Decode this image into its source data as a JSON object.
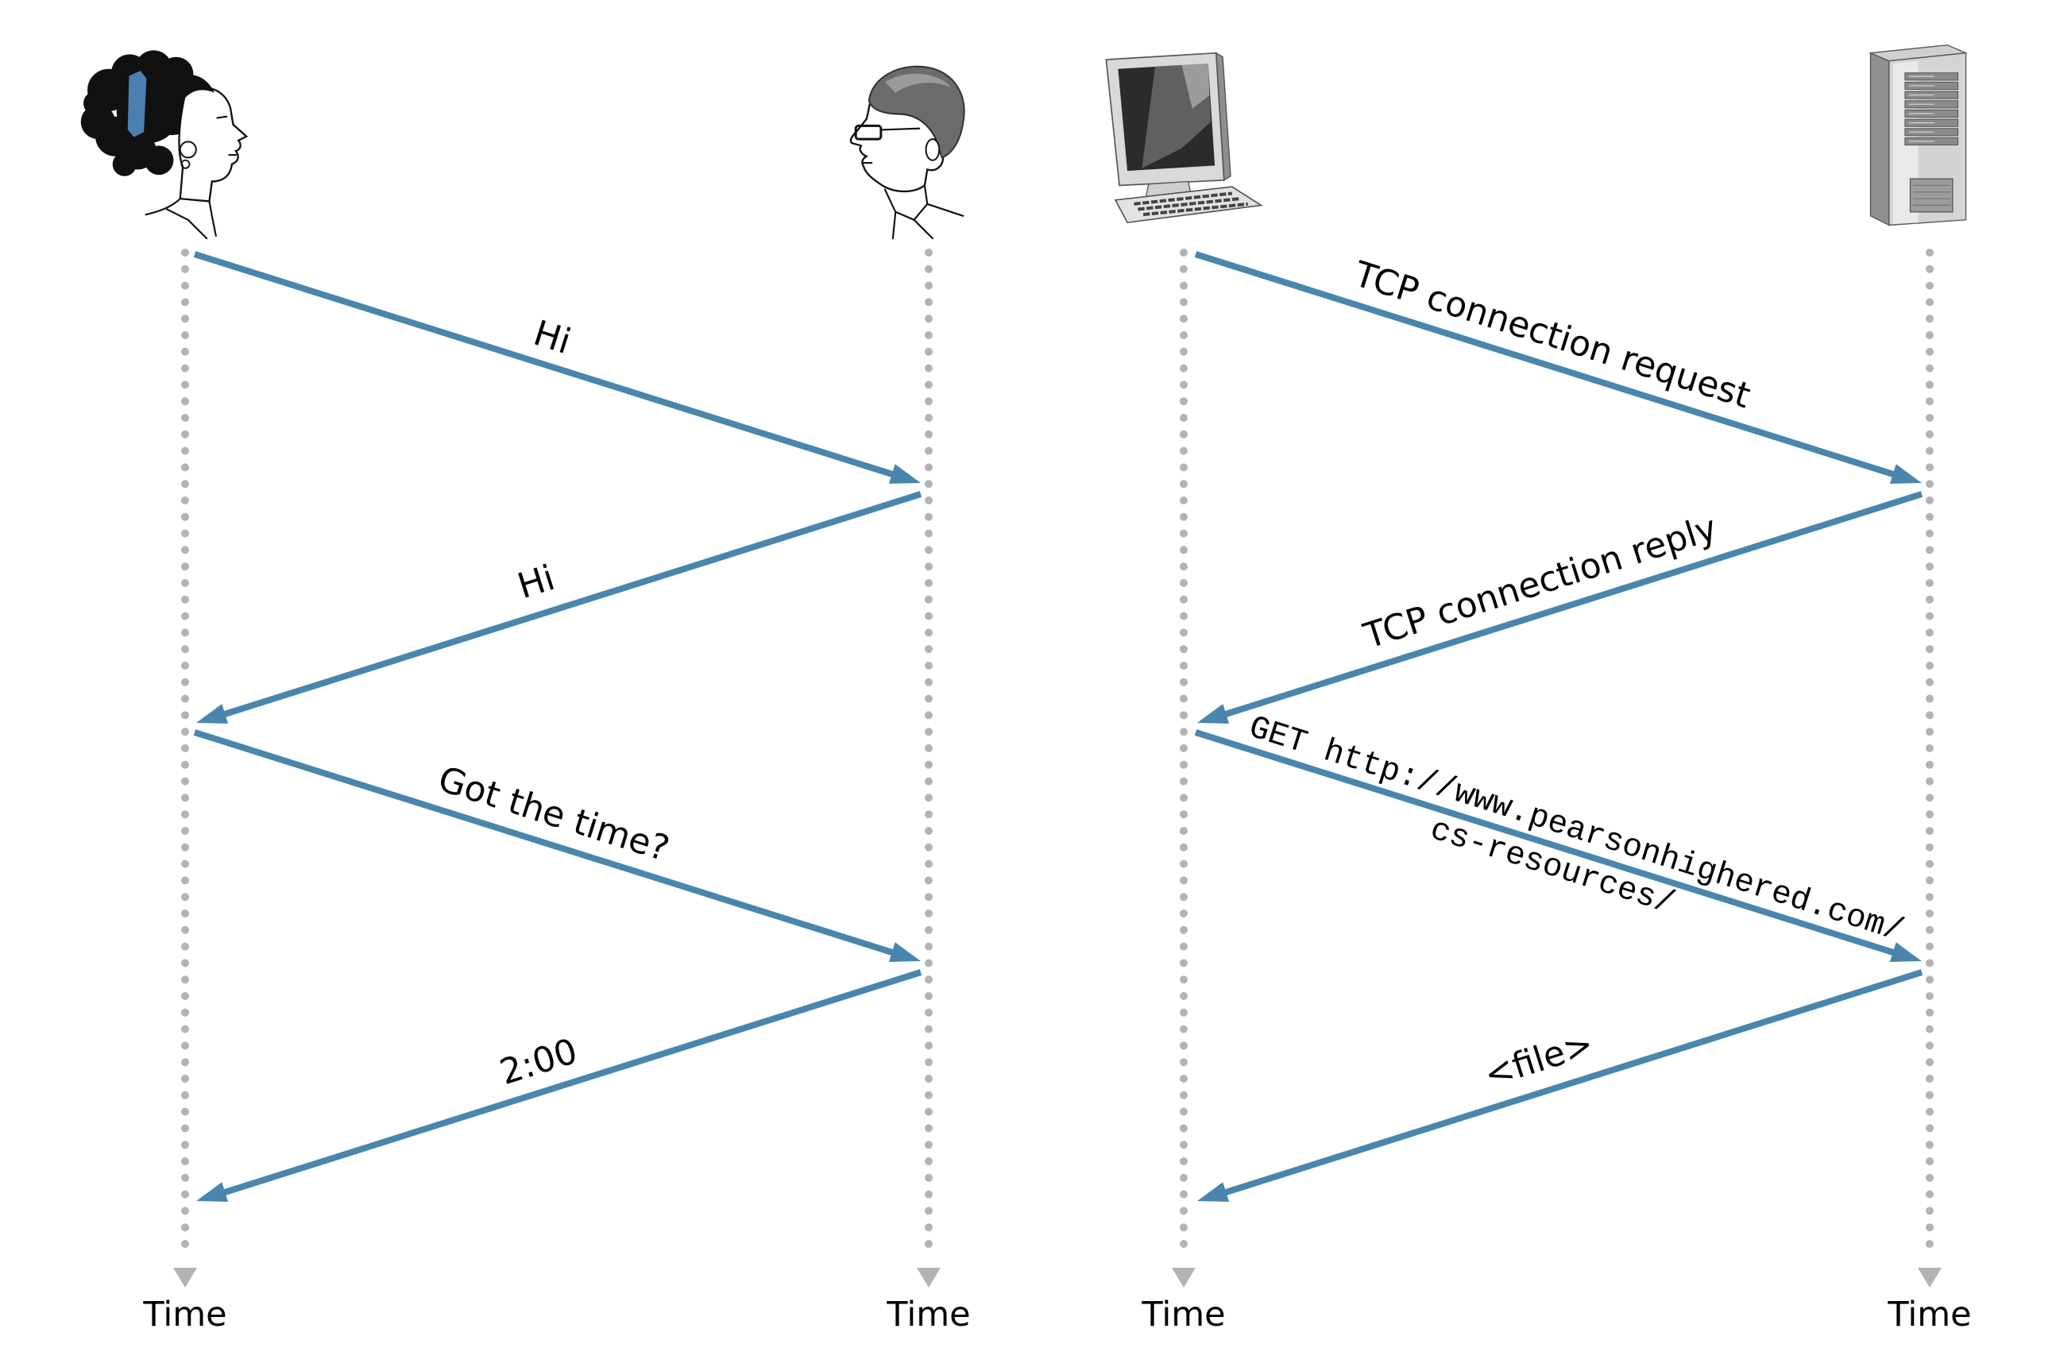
{
  "colors": {
    "arrow": "#4a85ad",
    "lifeline": "#b3b3b3",
    "text": "#000000"
  },
  "human_protocol": {
    "participants": [
      {
        "icon": "woman-icon",
        "time_label": "Time"
      },
      {
        "icon": "man-icon",
        "time_label": "Time"
      }
    ],
    "messages": [
      {
        "label": "Hi"
      },
      {
        "label": "Hi"
      },
      {
        "label": "Got the time?"
      },
      {
        "label": "2:00"
      }
    ]
  },
  "network_protocol": {
    "participants": [
      {
        "icon": "computer-icon",
        "time_label": "Time"
      },
      {
        "icon": "server-icon",
        "time_label": "Time"
      }
    ],
    "messages": [
      {
        "label": "TCP connection request"
      },
      {
        "label": "TCP connection reply"
      },
      {
        "label_lines": [
          "GET http://www.pearsonhighered.com/",
          "cs-resources/"
        ]
      },
      {
        "label": "<file>"
      }
    ]
  }
}
